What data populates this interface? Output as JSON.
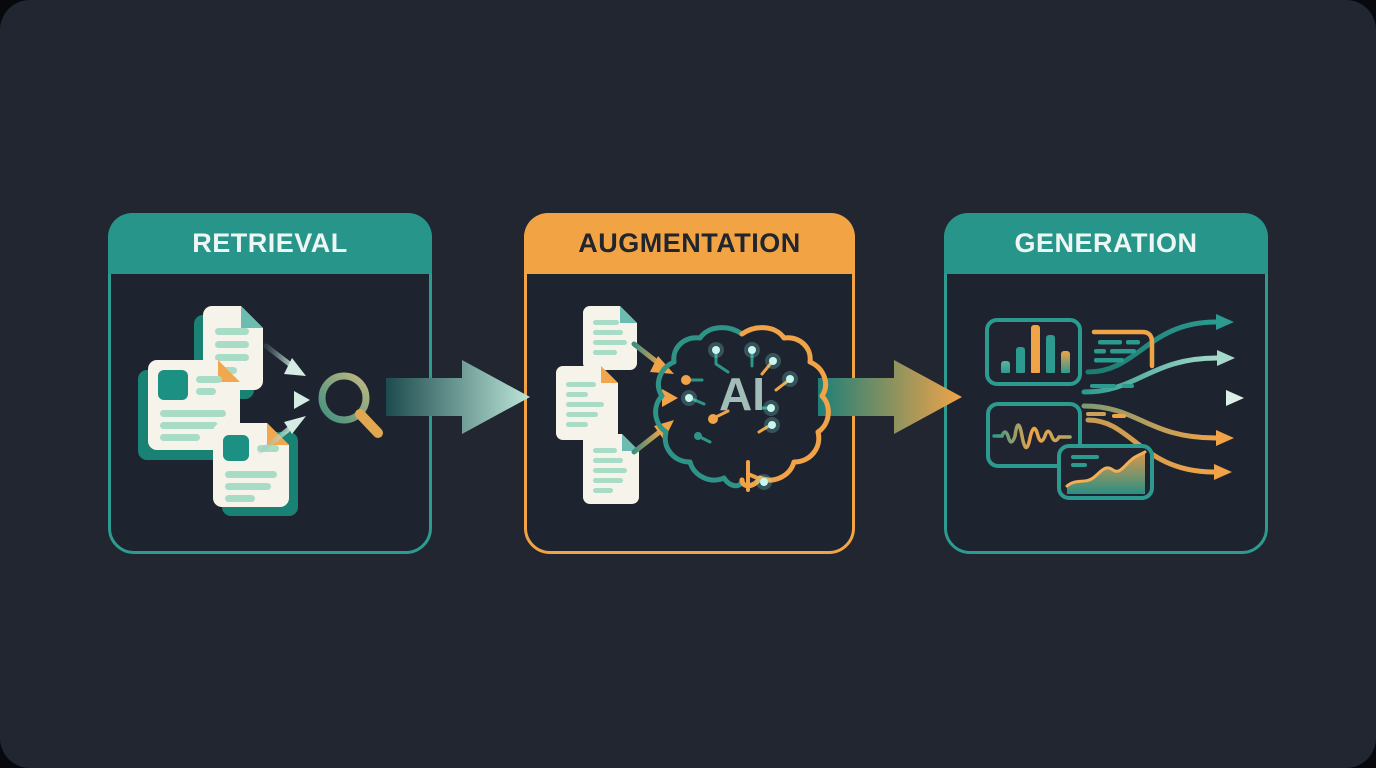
{
  "canvas": {
    "background": "#212631",
    "outer_background": "#07090c"
  },
  "palette": {
    "teal": "#2c9a8e",
    "teal_header": "#27958a",
    "teal_dark": "#1a8275",
    "mint": "#cfe8df",
    "orange": "#f2a444",
    "paper": "#f6f4ea",
    "paper_line": "#a9dcc6",
    "paper_block": "#1c9082",
    "header_light_text": "#edf6f3",
    "header_dark_text": "#20252e",
    "ai_text": "#a2bdb7"
  },
  "stages": [
    {
      "id": "retrieval",
      "label": "RETRIEVAL",
      "accent": "#27958a",
      "icons": [
        "document-stack",
        "converging-arrows",
        "search-magnifier"
      ]
    },
    {
      "id": "augmentation",
      "label": "AUGMENTATION",
      "accent": "#f2a444",
      "badge": "AI",
      "icons": [
        "document-stack",
        "converging-arrows",
        "ai-circuit-brain"
      ]
    },
    {
      "id": "generation",
      "label": "GENERATION",
      "accent": "#27958a",
      "icons": [
        "bar-chart",
        "text-snippet",
        "waveform",
        "area-chart",
        "output-arrows"
      ],
      "output_arrow_count": 5
    }
  ],
  "connectors": [
    {
      "from": "RETRIEVAL",
      "to": "AUGMENTATION",
      "style": "teal gradient arrow"
    },
    {
      "from": "AUGMENTATION",
      "to": "GENERATION",
      "style": "teal-to-orange gradient arrow"
    }
  ]
}
